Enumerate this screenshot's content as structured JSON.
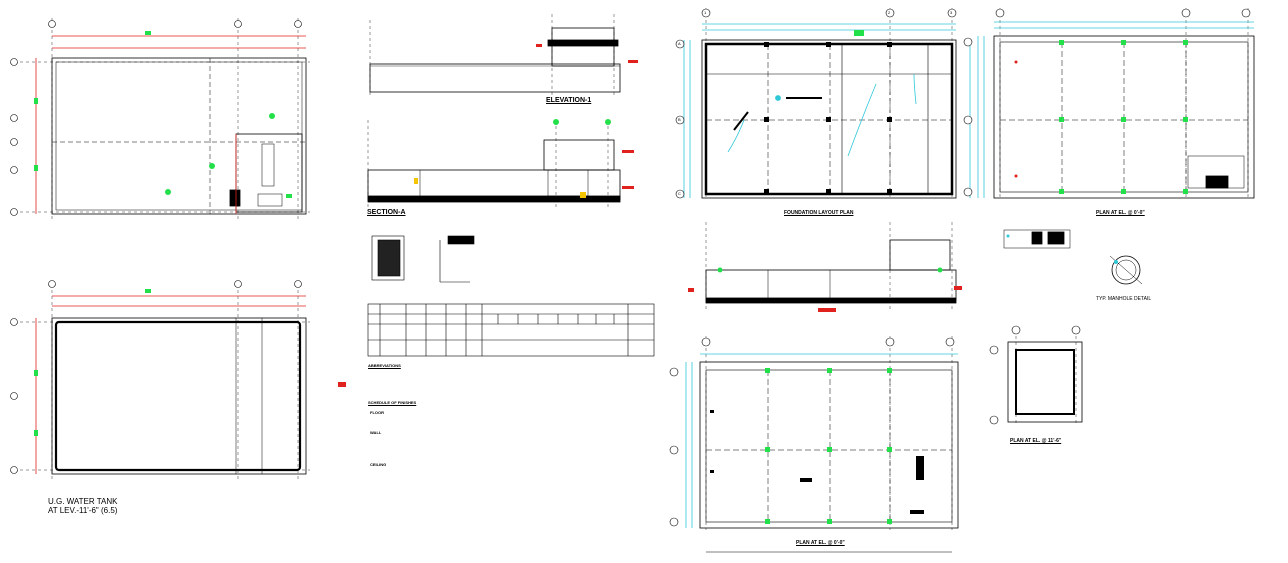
{
  "drawing": {
    "caption": {
      "line1": "U.G. WATER TANK",
      "line2": "AT LEV.-11'-6\" (6.5)"
    },
    "views": {
      "elevation": "ELEVATION-1",
      "section": "SECTION-A",
      "foundation": "FOUNDATION LAYOUT PLAN",
      "plan_top_right": "PLAN AT EL. @ 0'-0\"",
      "plan_bottom_mid": "PLAN AT EL. @ 0'-0\"",
      "plan_small": "PLAN AT EL. @ 11'-6\"",
      "manhole": "TYP. MANHOLE DETAIL"
    },
    "grid_markers": [
      "1",
      "2",
      "3",
      "A",
      "B",
      "C"
    ],
    "notes_heading": "ABBREVIATIONS",
    "schedule_heading": "SCHEDULE OF FINISHES",
    "schedule_items": [
      "FLOOR",
      "WALL",
      "CEILING"
    ],
    "colors": {
      "red": "#e0211d",
      "green": "#22e04a",
      "cyan": "#2fc7d8",
      "line": "#000000"
    }
  }
}
